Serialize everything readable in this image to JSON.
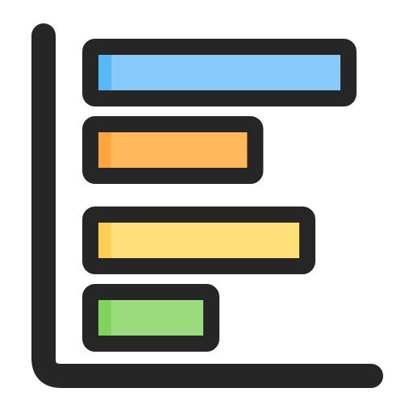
{
  "icon": {
    "name": "horizontal-bar-chart-icon",
    "outline_color": "#262626",
    "background_color": "#ffffff"
  },
  "bars": [
    {
      "name": "blue-bar",
      "fill": "#88c9fc",
      "shade": "#58b7f7",
      "level": 1.0
    },
    {
      "name": "orange-bar",
      "fill": "#ffb95a",
      "shade": "#ffa640",
      "level": 0.66
    },
    {
      "name": "yellow-bar",
      "fill": "#ffdf7a",
      "shade": "#ffcf55",
      "level": 0.85
    },
    {
      "name": "green-bar",
      "fill": "#9ddc7e",
      "shade": "#7fd45c",
      "level": 0.5
    }
  ]
}
